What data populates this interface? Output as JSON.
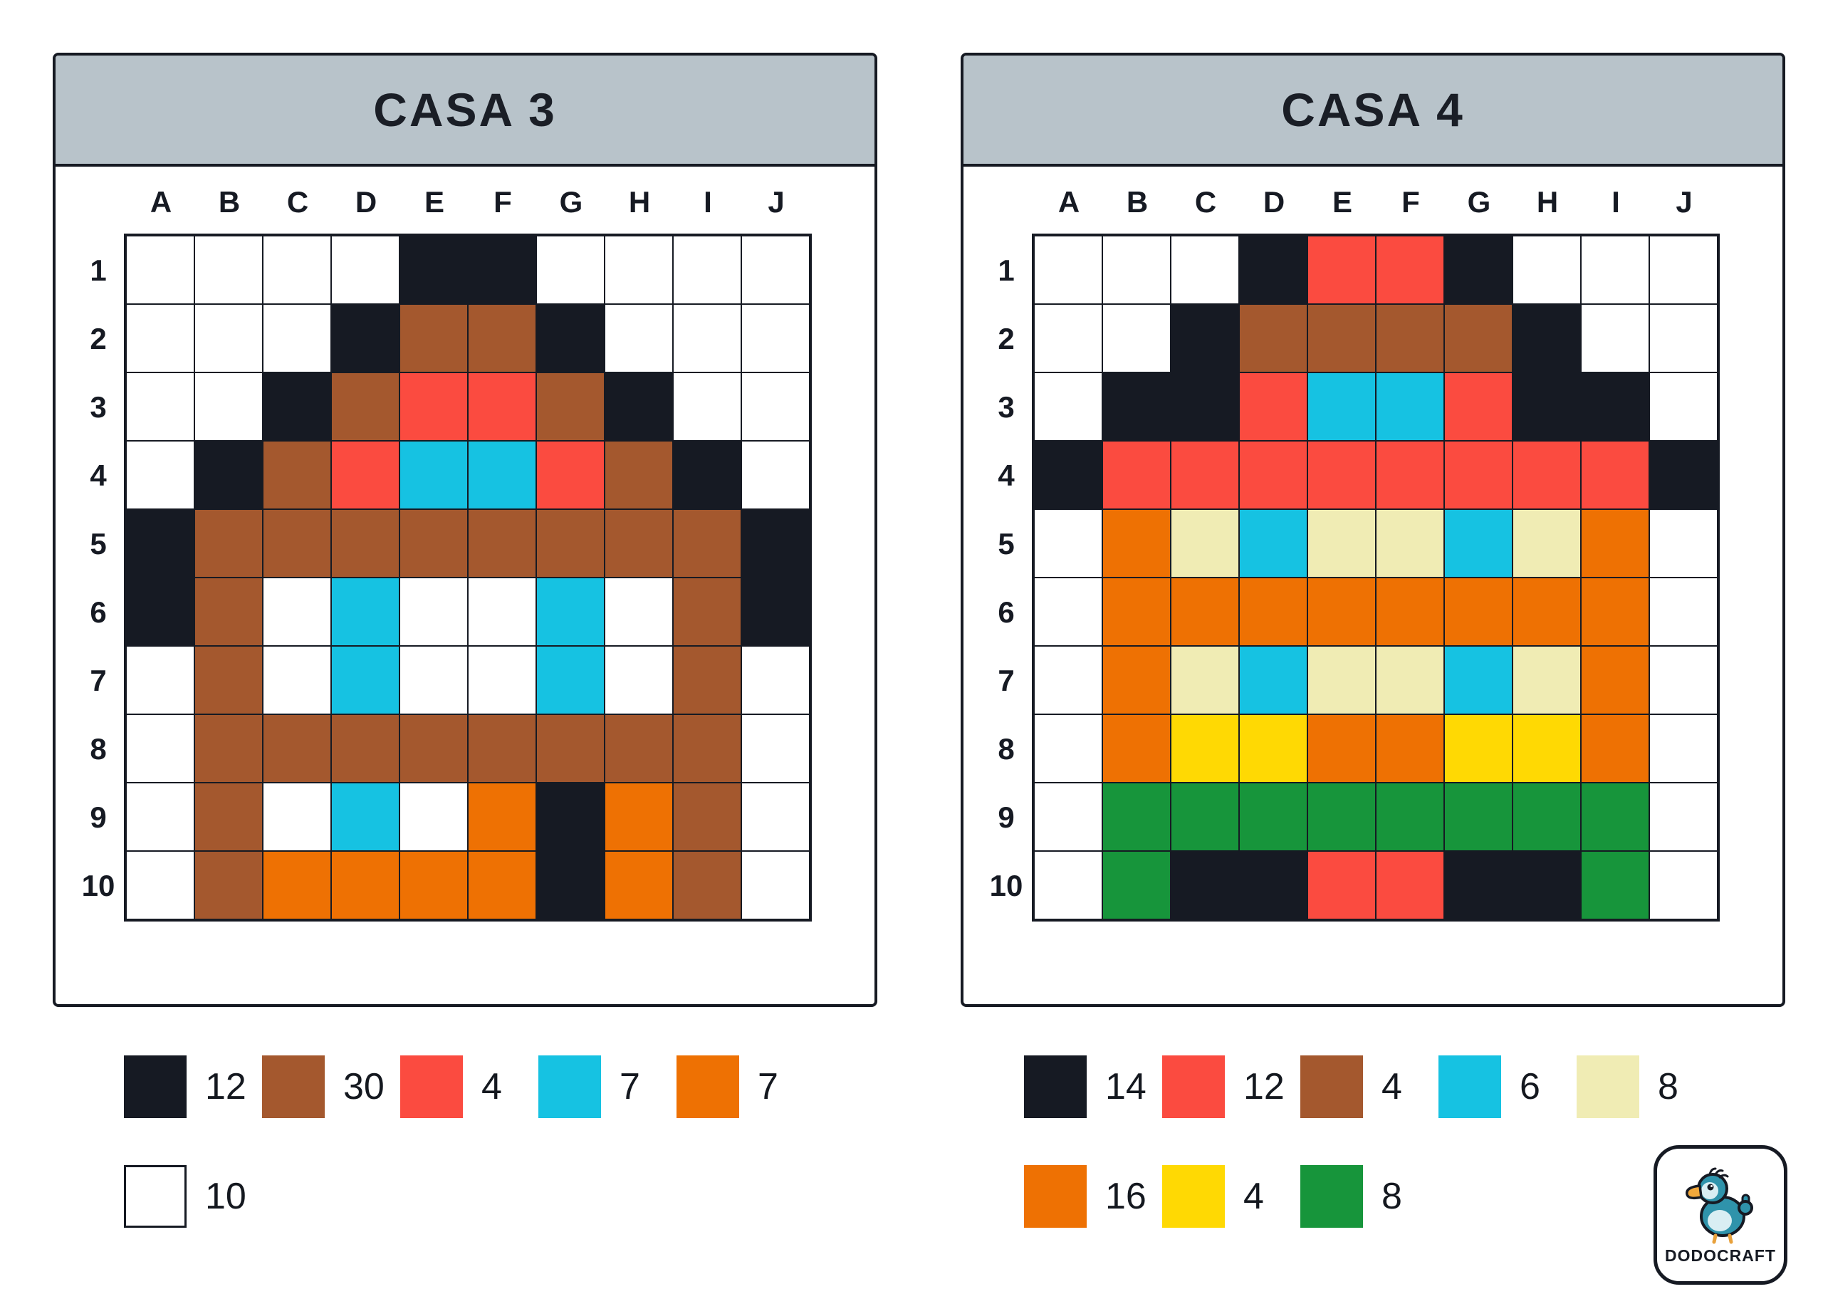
{
  "colors": {
    "k": {
      "name": "black",
      "hex": "#161a23"
    },
    "b": {
      "name": "brown",
      "hex": "#a4582e"
    },
    "r": {
      "name": "red",
      "hex": "#fb4b40"
    },
    "c": {
      "name": "cyan",
      "hex": "#16c2e2"
    },
    "o": {
      "name": "orange",
      "hex": "#ee7103"
    },
    "e": {
      "name": "cream",
      "hex": "#f0ecb4"
    },
    "y": {
      "name": "yellow",
      "hex": "#ffd903"
    },
    "g": {
      "name": "green",
      "hex": "#17953b"
    },
    "w": {
      "name": "white",
      "hex": "#ffffff"
    }
  },
  "header_bar_color": "#b8c3ca",
  "grid_line_color": "#161a23",
  "panels": [
    {
      "title": "CASA 3",
      "col_labels": [
        "A",
        "B",
        "C",
        "D",
        "E",
        "F",
        "G",
        "H",
        "I",
        "J"
      ],
      "row_labels": [
        "1",
        "2",
        "3",
        "4",
        "5",
        "6",
        "7",
        "8",
        "9",
        "10"
      ],
      "grid": [
        "wwwwkkwwww",
        "wwwkbbkwww",
        "wwkbrrbkww",
        "wkbrccrbkw",
        "kbbbbbbbbk",
        "kbwcwwcwbk",
        "wbwcwwcwbw",
        "wbbbbbbbbw",
        "wbwcwokobw",
        "wbooookobw"
      ],
      "legend_rows": [
        [
          {
            "color": "k",
            "count": "12"
          },
          {
            "color": "b",
            "count": "30"
          },
          {
            "color": "r",
            "count": "4"
          },
          {
            "color": "c",
            "count": "7"
          },
          {
            "color": "o",
            "count": "7"
          }
        ],
        [
          {
            "color": "w",
            "count": "10"
          }
        ]
      ]
    },
    {
      "title": "CASA 4",
      "col_labels": [
        "A",
        "B",
        "C",
        "D",
        "E",
        "F",
        "G",
        "H",
        "I",
        "J"
      ],
      "row_labels": [
        "1",
        "2",
        "3",
        "4",
        "5",
        "6",
        "7",
        "8",
        "9",
        "10"
      ],
      "grid": [
        "wwwkrrkwww",
        "wwkbbbbkww",
        "wkkrccrkkw",
        "krrrrrrrrk",
        "woeceeceow",
        "woooooooow",
        "woeceeceow",
        "woyyooyyow",
        "wggggggggw",
        "wgkkrrkkgw"
      ],
      "legend_rows": [
        [
          {
            "color": "k",
            "count": "14"
          },
          {
            "color": "r",
            "count": "12"
          },
          {
            "color": "b",
            "count": "4"
          },
          {
            "color": "c",
            "count": "6"
          },
          {
            "color": "e",
            "count": "8"
          }
        ],
        [
          {
            "color": "o",
            "count": "16"
          },
          {
            "color": "y",
            "count": "4"
          },
          {
            "color": "g",
            "count": "8"
          }
        ]
      ]
    }
  ],
  "logo": {
    "text": "DODOCRAFT"
  }
}
